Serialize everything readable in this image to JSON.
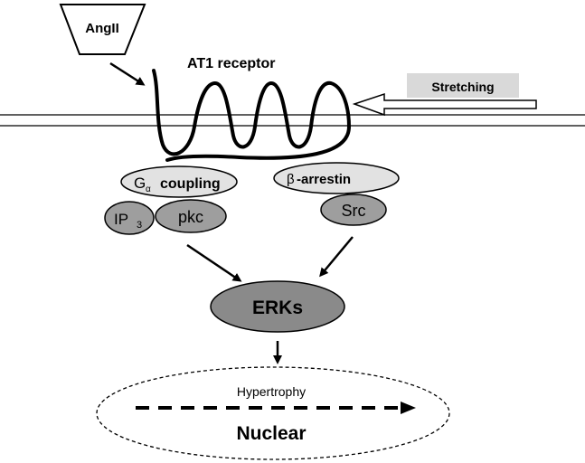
{
  "ligand": {
    "label": "AngII"
  },
  "receptor": {
    "label": "AT1 receptor"
  },
  "stimulus": {
    "label": "Stretching"
  },
  "g_coupling": {
    "symbol": "G",
    "subscript": "α",
    "label": "coupling"
  },
  "arrestin": {
    "symbol": "β",
    "label": "-arrestin"
  },
  "ip3": {
    "label": "IP",
    "subscript": "3"
  },
  "pkc": {
    "label": "pkc"
  },
  "src": {
    "label": "Src"
  },
  "erks": {
    "label": "ERKs"
  },
  "nucleus": {
    "process": "Hypertrophy",
    "label": "Nuclear"
  },
  "colors": {
    "light_oval": "#e2e2e2",
    "mid_oval": "#9e9e9e",
    "dark_oval": "#8a8a8a",
    "stretch_box": "#d9d9d9"
  }
}
